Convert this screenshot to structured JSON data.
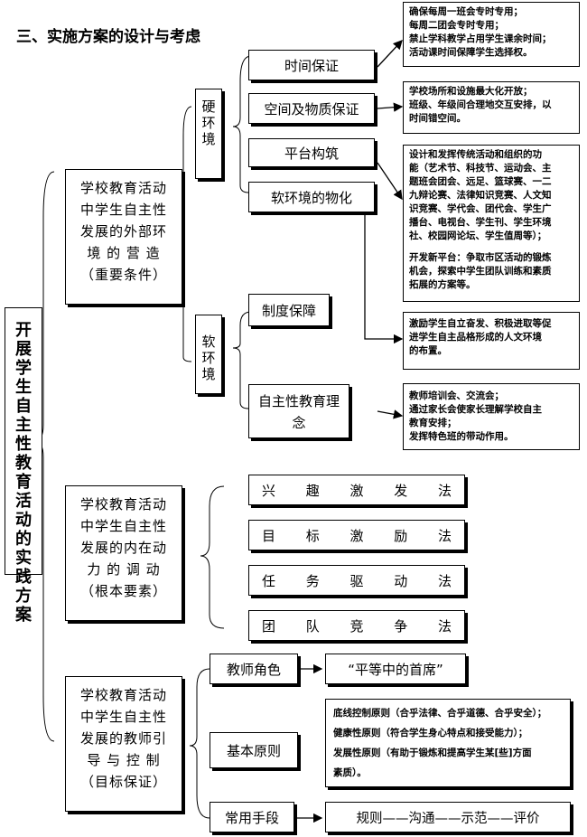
{
  "heading": "三、实施方案的设计与考虑",
  "root": [
    "开",
    "展",
    "学",
    "生",
    "自",
    "主",
    "性",
    "教",
    "育",
    "活",
    "动",
    "的",
    "实",
    "践",
    "方",
    "案"
  ],
  "external_env": {
    "label_lines": [
      "学校教育活动",
      "中学生自主性",
      "发展的外部环",
      "境 的 营 造",
      "（重要条件）"
    ],
    "hard": {
      "label": [
        "硬",
        "环",
        "境"
      ],
      "items": [
        "时间保证",
        "空间及物质保证",
        "平台构筑",
        "软环境的物化"
      ]
    },
    "soft": {
      "label": [
        "软",
        "环",
        "境"
      ],
      "items": [
        "制度保障",
        "自主性教育理念"
      ]
    }
  },
  "notes": {
    "time": [
      "确保每周一班会专时专用；",
      "每周二团会专时专用；",
      "禁止学科教学占用学生课余时间；",
      "活动课时间保障学生选择权。"
    ],
    "space": [
      "学校场所和设施最大化开放；",
      "班级、年级间合理地交互安排，以",
      "时间错空间。"
    ],
    "platform": [
      "设计和发挥传统活动和组织的功",
      "能（艺术节、科技节、运动会、主",
      "题班会团会、远足、篮球赛、一二",
      "九辩论赛、法律知识竞赛、人文知",
      "识竞赛、学代会、团代会、学生广",
      "播台、电视台、学生刊、学生环境",
      "社、校园网论坛、学生值周等）；",
      "",
      "开发新平台：争取市区活动的锻炼",
      "机会，探索中学生团队训练和素质",
      "拓展的方案等。"
    ],
    "material": [
      "激励学生自立奋发、积极进取等促",
      "进学生自主品格形成的人文环境",
      "的布置。"
    ],
    "concept": [
      "教师培训会、交流会；",
      "通过家长会使家长理解学校自主",
      "教育安排；",
      "发挥特色班的带动作用。"
    ]
  },
  "internal": {
    "label_lines": [
      "学校教育活动",
      "中学生自主性",
      "发展的内在动",
      "力 的 调 动",
      "（根本要素）"
    ],
    "methods": [
      [
        "兴",
        "趣",
        "激",
        "发",
        "法"
      ],
      [
        "目",
        "标",
        "激",
        "励",
        "法"
      ],
      [
        "任",
        "务",
        "驱",
        "动",
        "法"
      ],
      [
        "团",
        "队",
        "竞",
        "争",
        "法"
      ]
    ]
  },
  "guidance": {
    "label_lines": [
      "学校教育活动",
      "中学生自主性",
      "发展的教师引",
      "导 与 控 制",
      "（目标保证）"
    ],
    "role": {
      "label": "教师角色",
      "value": "“平等中的首席”"
    },
    "principles": {
      "label": "基本原则",
      "lines": [
        "底线控制原则（合乎法律、合乎道德、合乎安全）；",
        "健康性原则（符合学生身心特点和接受能力）；",
        "发展性原则（有助于锻炼和提高学生某[些]方面",
        "素质）。"
      ]
    },
    "means": {
      "label": "常用手段",
      "value": "规则——沟通——示范——评价"
    }
  }
}
